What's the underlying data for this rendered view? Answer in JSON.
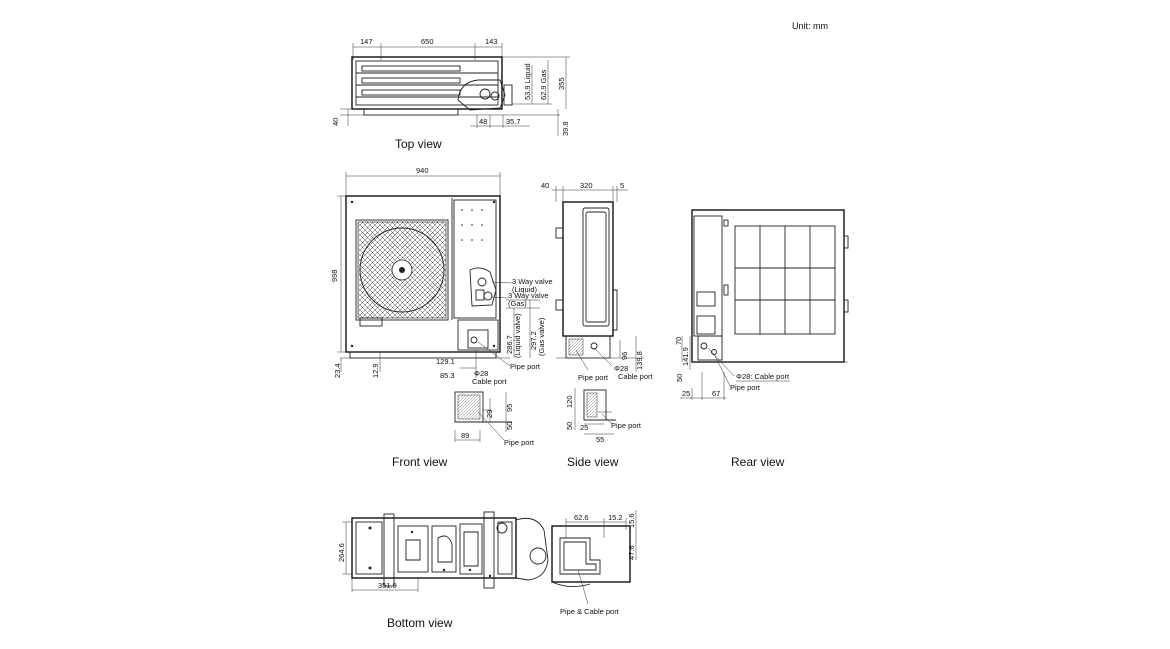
{
  "unit_label": "Unit: mm",
  "captions": {
    "top": "Top view",
    "front": "Front view",
    "side": "Side view",
    "rear": "Rear view",
    "bottom": "Bottom view"
  },
  "top_view": {
    "d_147": "147",
    "d_650": "650",
    "d_143": "143",
    "d_liquid": "53.9 Liquid",
    "d_gas": "62.9 Gas",
    "d_355": "355",
    "d_40": "40",
    "d_48": "48",
    "d_35_7": "35.7",
    "d_39_8": "39.8"
  },
  "front_view": {
    "d_940": "940",
    "d_998": "998",
    "d_23_4": "23.4",
    "d_12_9": "12.9",
    "valve_liquid_1": "3 Way valve",
    "valve_liquid_2": "(Liquid)",
    "valve_gas_1": "3 Way valve",
    "valve_gas_2": "(Gas)",
    "d_286_7": "286.7",
    "d_286_7_sub": "(Liquid valve)",
    "d_297_2": "297.2",
    "d_297_2_sub": "(Gas valve)",
    "d_129_1": "129.1",
    "d_85_3": "85.3",
    "phi28": "Φ28",
    "cable_port": "Cable port",
    "pipe_port": "Pipe port",
    "d_29": "29",
    "d_95": "95",
    "d_50": "50",
    "d_89": "89",
    "pipe_port_2": "Pipe port"
  },
  "side_view": {
    "d_40": "40",
    "d_320": "320",
    "d_5": "5",
    "d_96": "96",
    "d_139_8": "139.8",
    "pipe_port": "Pipe port",
    "phi28": "Φ28",
    "cable_port": "Cable port",
    "d_120": "120",
    "d_50": "50",
    "d_25": "25",
    "d_55": "55",
    "pipe_port_2": "Pipe port"
  },
  "rear_view": {
    "d_70": "70",
    "d_141_9": "141.9",
    "d_50": "50",
    "phi28_cable": "Φ28: Cable port",
    "pipe_port": "Pipe port",
    "d_25": "25",
    "d_67": "67"
  },
  "bottom_view": {
    "d_264_6": "264.6",
    "d_351_9": "351.9",
    "d_62_6": "62.6",
    "d_15_2": "15.2",
    "d_15_6": "15.6",
    "d_47_6": "47.6",
    "pipe_cable_port": "Pipe & Cable port"
  }
}
